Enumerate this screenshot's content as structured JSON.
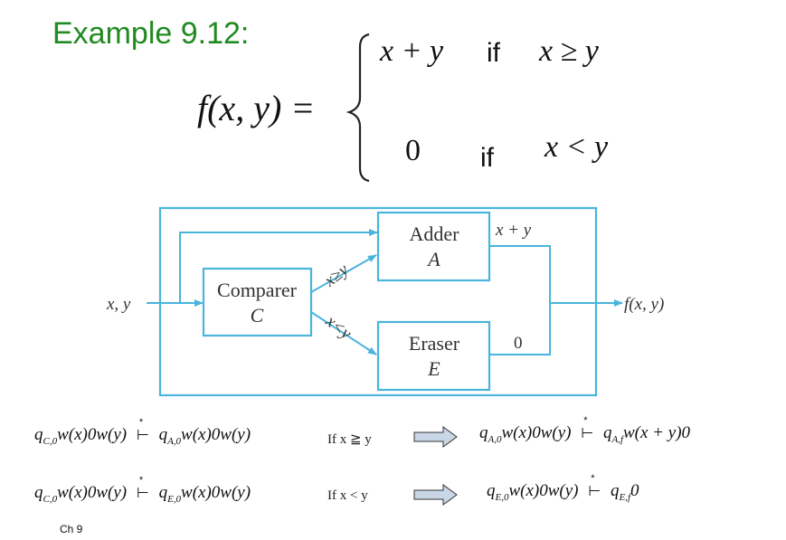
{
  "slide": {
    "title": "Example 9.12:",
    "footer": "Ch 9"
  },
  "definition": {
    "lhs": "f(x, y) =",
    "case1_value": "x + y",
    "case1_if": "if",
    "case1_cond": "x ≥ y",
    "case2_value": "0",
    "case2_if": "if",
    "case2_cond": "x < y"
  },
  "diagram": {
    "input_label": "x, y",
    "output_label": "f(x, y)",
    "comparer": {
      "name": "Comparer",
      "symbol": "C"
    },
    "adder": {
      "name": "Adder",
      "symbol": "A"
    },
    "eraser": {
      "name": "Eraser",
      "symbol": "E"
    },
    "branch_ge": "x≥y",
    "branch_lt": "x<y",
    "adder_out": "x + y",
    "eraser_out": "0",
    "colors": {
      "line": "#4ab4dc",
      "arrow": "#4ab4dc",
      "outer_box": "#4ab4dc"
    }
  },
  "derivations": [
    {
      "left": "q_{C,0} w(x)0w(y)",
      "turnstile": "⊢*",
      "mid": "q_{A,0} w(x)0w(y)",
      "condition": "If x ≧ y",
      "result_left": "q_{A,0} w(x)0w(y)",
      "result_turnstile": "⊢*",
      "result_right": "q_{A,f} w(x + y)0"
    },
    {
      "left": "q_{C,0} w(x)0w(y)",
      "turnstile": "⊢*",
      "mid": "q_{E,0} w(x)0w(y)",
      "condition": "If x < y",
      "result_left": "q_{E,0} w(x)0w(y)",
      "result_turnstile": "⊢*",
      "result_right": "q_{E,f} 0"
    }
  ]
}
